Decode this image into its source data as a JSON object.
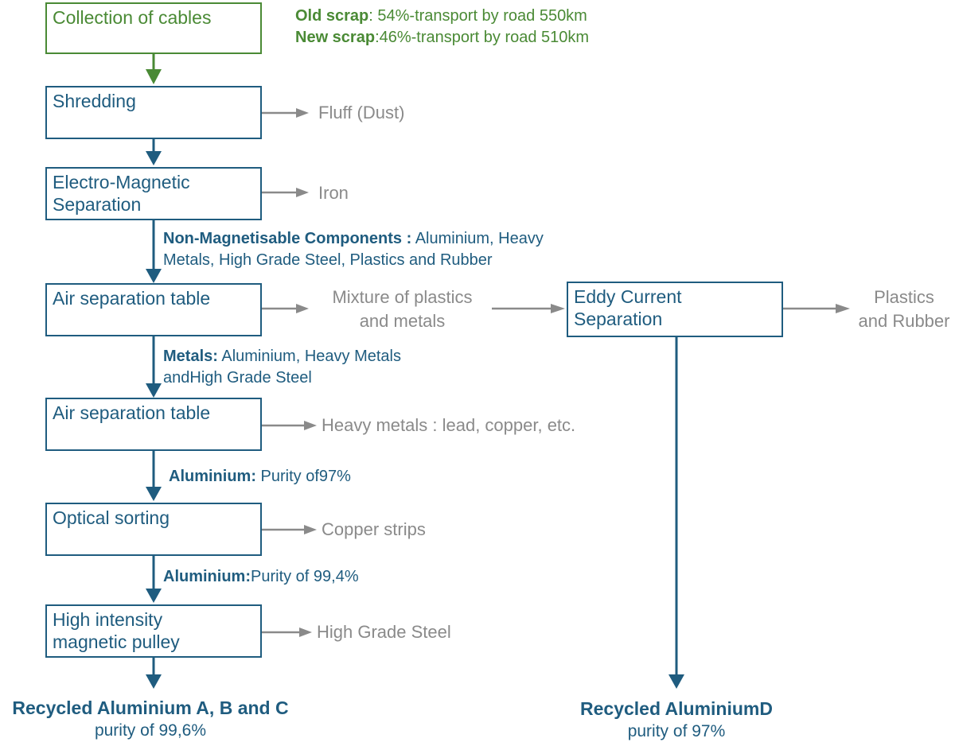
{
  "boxes": {
    "collection": "Collection of cables",
    "shredding": "Shredding",
    "electro": "Electro-Magnetic\nSeparation",
    "air1": "Air separation table",
    "air2": "Air separation table",
    "optical": "Optical sorting",
    "pulley": "High intensity\nmagnetic pulley",
    "eddy": "Eddy Current\nSeparation"
  },
  "transport": {
    "old_label": "Old scrap",
    "old_text": ": 54%-transport by road  550km",
    "new_label": "New scrap",
    "new_text": ":46%-transport by road 510km"
  },
  "outputs": {
    "fluff": "Fluff (Dust)",
    "iron": "Iron",
    "mixture": "Mixture of plastics\nand metals",
    "plastics": "Plastics\nand Rubber",
    "heavy": "Heavy metals  : lead, copper, etc.",
    "copper": "Copper strips",
    "steel": "High Grade Steel"
  },
  "flows": {
    "non_mag_label": "Non-Magnetisable Components :",
    "non_mag_line1": " Aluminium, Heavy",
    "non_mag_line2": "Metals, High Grade Steel, Plastics and Rubber",
    "metals_label": "Metals:",
    "metals_line1": " Aluminium, Heavy Metals",
    "metals_line2": "andHigh Grade Steel",
    "alu1_label": "Aluminium:",
    "alu1_text": " Purity of97%",
    "alu2_label": "Aluminium:",
    "alu2_text": "Purity of 99,4%"
  },
  "finals": {
    "abc_title": "Recycled Aluminium A, B and C",
    "abc_sub": "purity of 99,6%",
    "d_title": "Recycled AluminiumD",
    "d_sub": "purity of 97%"
  },
  "colors": {
    "blue": "#1f5c7f",
    "green": "#4a8a35",
    "gray": "#8a8a8a"
  }
}
